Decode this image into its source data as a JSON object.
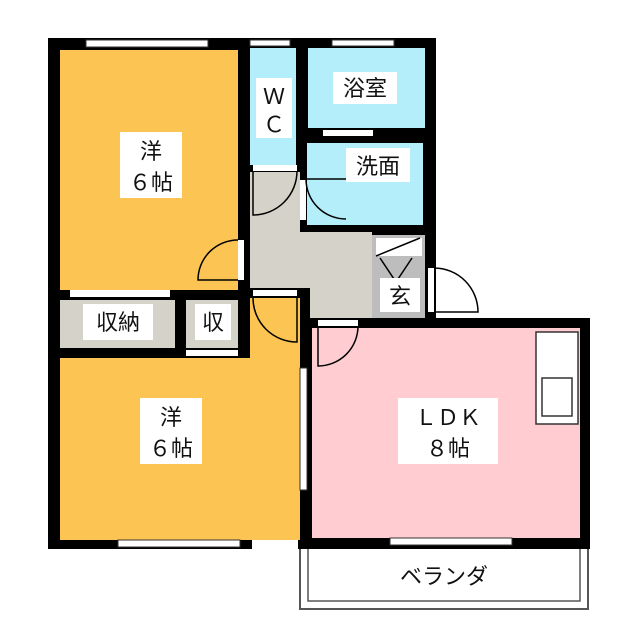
{
  "colors": {
    "wall": "#000000",
    "western_room": "#FCC452",
    "water_area": "#B3EEFA",
    "hall": "#D5D3C9",
    "storage": "#D5D3C9",
    "entrance": "#BDBDBD",
    "ldk": "#FFCCD2"
  },
  "rooms": {
    "western1": {
      "line1": "洋",
      "line2": "６帖"
    },
    "wc": {
      "line1": "Ｗ",
      "line2": "Ｃ"
    },
    "bath": {
      "label": "浴室"
    },
    "washroom": {
      "label": "洗面"
    },
    "entrance": {
      "label": "玄"
    },
    "storage_large": {
      "label": "収納"
    },
    "storage_small": {
      "label": "収"
    },
    "western2": {
      "line1": "洋",
      "line2": "６帖"
    },
    "ldk": {
      "line1": "ＬＤＫ",
      "line2": "８帖"
    },
    "balcony": {
      "label": "ベランダ"
    }
  }
}
